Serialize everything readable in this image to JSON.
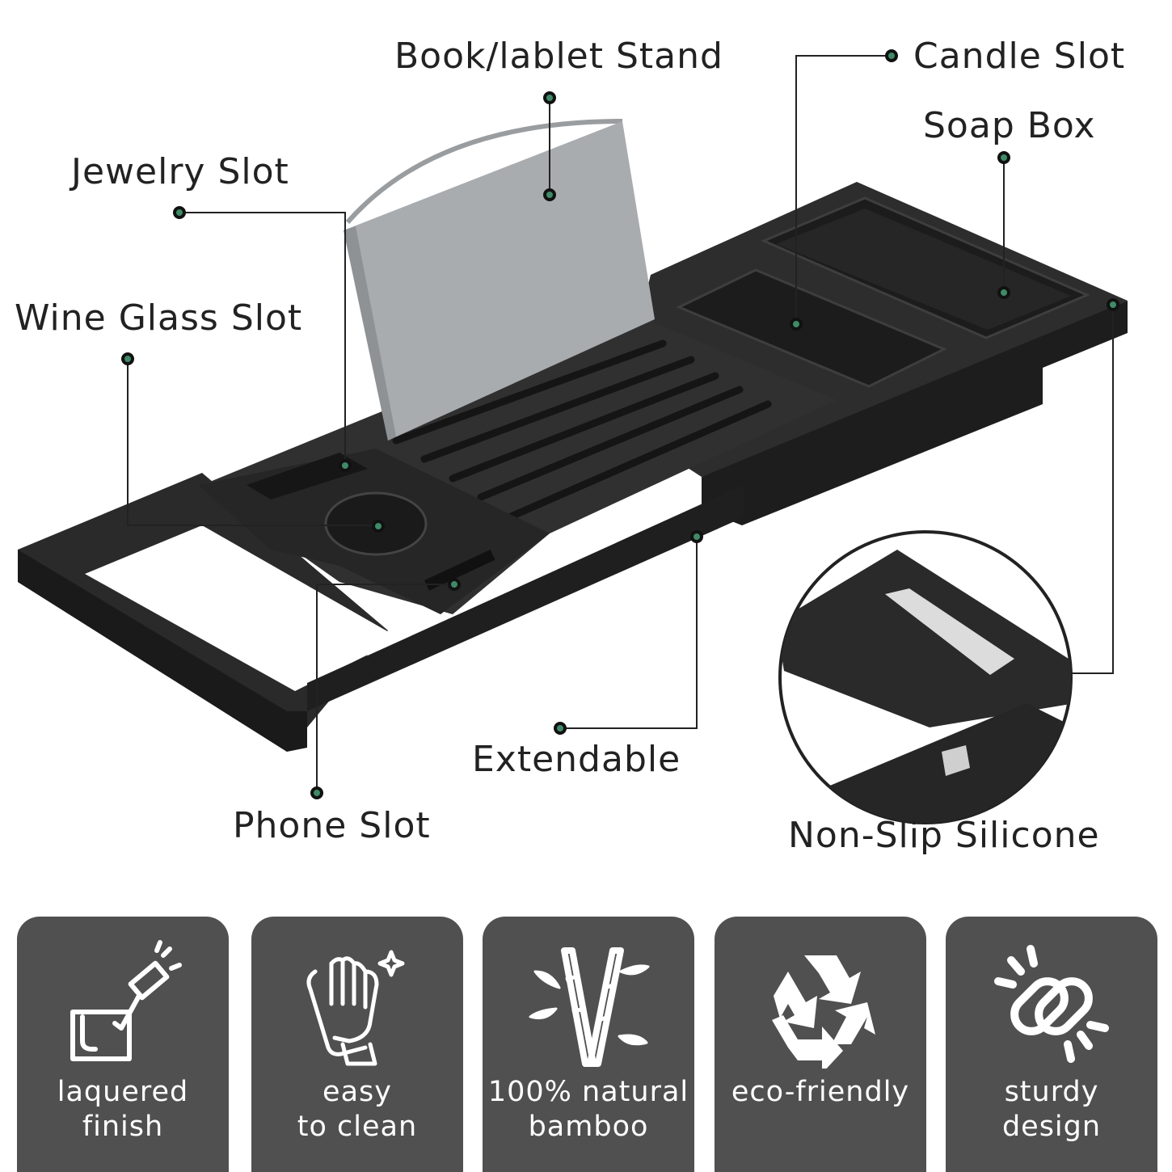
{
  "callouts": {
    "book_stand": "Book/lablet Stand",
    "candle_slot": "Candle Slot",
    "soap_box": "Soap Box",
    "jewelry_slot": "Jewelry Slot",
    "wine_glass_slot": "Wine Glass Slot",
    "extendable": "Extendable",
    "phone_slot": "Phone Slot",
    "non_slip": "Non-Slip Silicone"
  },
  "features": [
    {
      "icon": "paint-roller-icon",
      "line1": "laquered",
      "line2": "finish"
    },
    {
      "icon": "cleaning-glove-icon",
      "line1": "easy",
      "line2": "to clean"
    },
    {
      "icon": "bamboo-icon",
      "line1": "100% natural",
      "line2": "bamboo"
    },
    {
      "icon": "recycle-icon",
      "line1": "eco-friendly",
      "line2": ""
    },
    {
      "icon": "chain-link-icon",
      "line1": "sturdy",
      "line2": "design"
    }
  ],
  "colors": {
    "tray": "#2b2b2b",
    "tray_dark": "#1a1a1a",
    "tray_light": "#3b3b3b",
    "stand": "#a9acaf",
    "dot": "#3f8a67",
    "card": "#505050",
    "text": "#222222"
  }
}
